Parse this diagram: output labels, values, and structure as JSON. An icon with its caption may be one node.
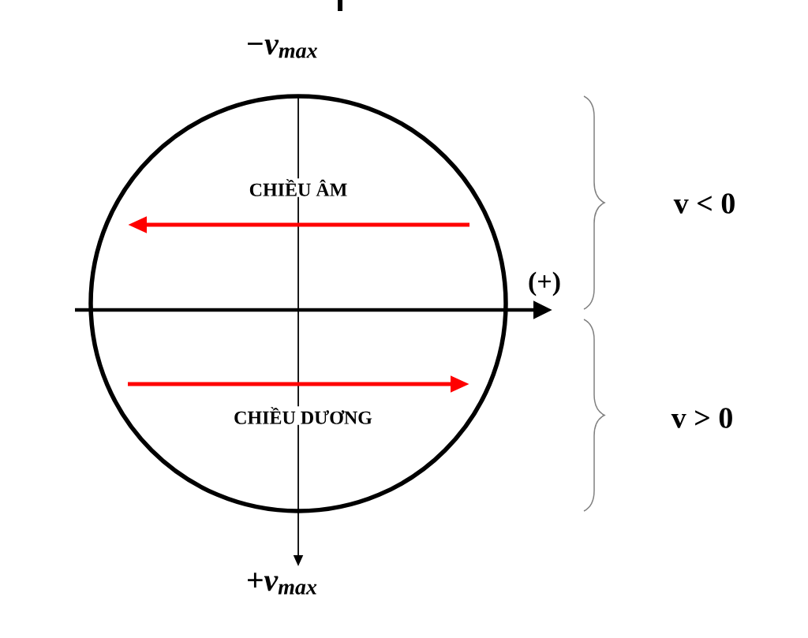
{
  "diagram": {
    "labels": [
      "−v$_{max}$",
      "CHIỀU ÂM",
      "v < 0",
      "(+)",
      "v > 0",
      "CHIỀU DƯƠNG",
      "+v$_{max}$"
    ]
  }
}
